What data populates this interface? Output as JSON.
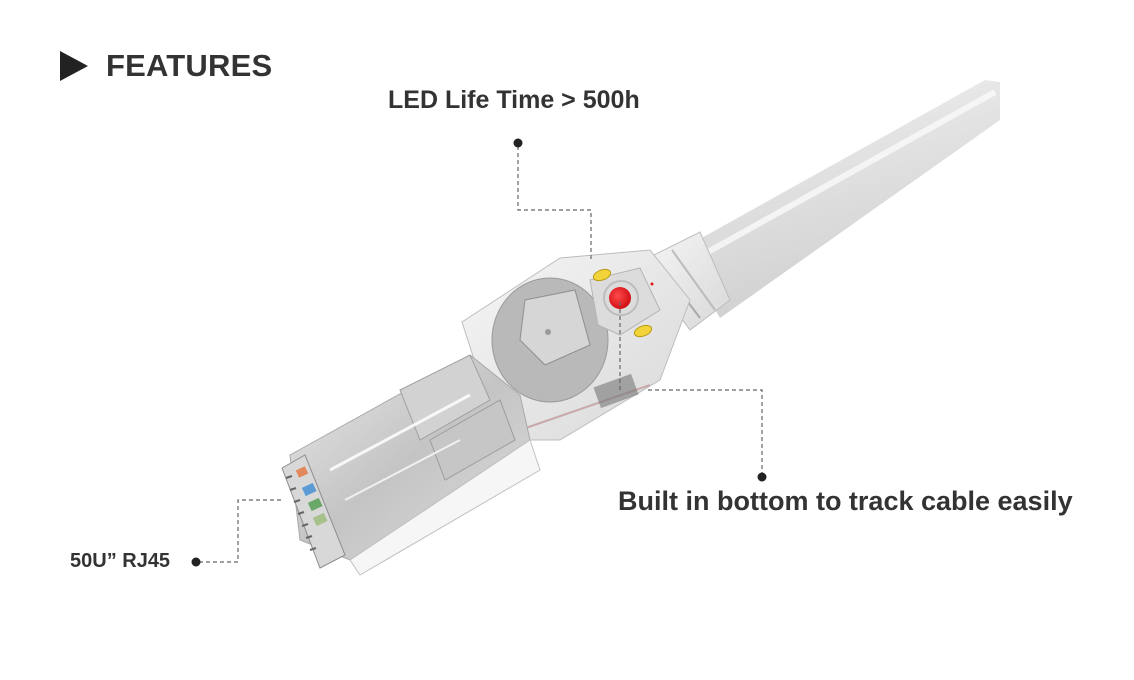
{
  "header": {
    "icon": "play-triangle-icon",
    "title": "FEATURES"
  },
  "callouts": [
    {
      "id": "led",
      "label": "LED Life Time > 500h"
    },
    {
      "id": "bottom",
      "label": "Built in bottom to track cable easily"
    },
    {
      "id": "rj45",
      "label": "50U” RJ45"
    }
  ],
  "product": {
    "name": "RJ45 patch cable connector with LED tracer button",
    "colors": {
      "cable": "#e3e3e3",
      "led": "#e0161b",
      "led_contacts": "#f2d43a",
      "text": "#333333",
      "leader_line": "#666666",
      "dot": "#222222"
    }
  }
}
